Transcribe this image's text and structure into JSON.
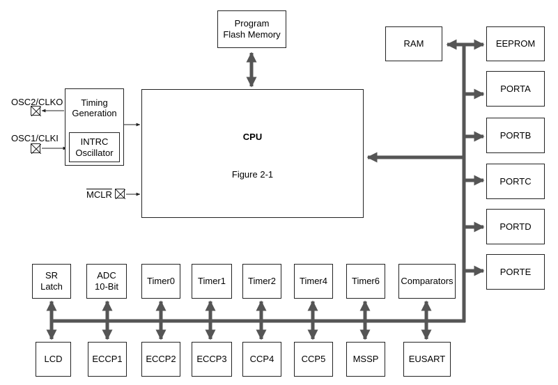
{
  "cpu": {
    "title": "CPU",
    "subtitle": "Figure 2-1"
  },
  "program_memory": "Program\nFlash Memory",
  "timing": {
    "title": "Timing\nGeneration",
    "intrc": "INTRC\nOscillator"
  },
  "pins": {
    "osc2": "OSC2/CLKO",
    "osc1": "OSC1/CLKI",
    "mclr": "MCLR"
  },
  "memory": {
    "ram": "RAM",
    "eeprom": "EEPROM"
  },
  "ports": [
    "PORTA",
    "PORTB",
    "PORTC",
    "PORTD",
    "PORTE"
  ],
  "peripherals_top": [
    "SR\nLatch",
    "ADC\n10-Bit",
    "Timer0",
    "Timer1",
    "Timer2",
    "Timer4",
    "Timer6",
    "Comparators"
  ],
  "peripherals_bottom": [
    "LCD",
    "ECCP1",
    "ECCP2",
    "ECCP3",
    "CCP4",
    "CCP5",
    "MSSP",
    "EUSART"
  ],
  "colors": {
    "bus": "#555555",
    "line": "#222222"
  }
}
